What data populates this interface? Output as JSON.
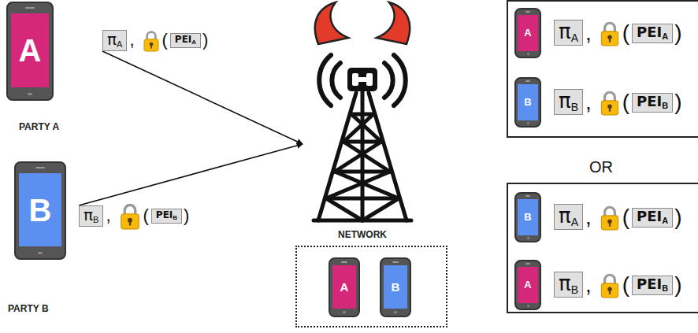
{
  "diagram": {
    "nodes": [
      {
        "text": [
          "A",
          "PARTY A"
        ]
      },
      {
        "text": [
          "π",
          "A"
        ]
      },
      {
        "text": [
          "PEI",
          "A"
        ]
      },
      {
        "text": [
          "B",
          "PARTY B"
        ]
      },
      {
        "text": [
          "π",
          "B"
        ]
      },
      {
        "text": [
          "PEI",
          "B"
        ]
      },
      {
        "text": [
          "NETWORK"
        ]
      },
      {
        "text": []
      },
      {
        "text": [
          "A"
        ],
        "in": 7
      },
      {
        "text": [
          "B"
        ],
        "in": 7
      },
      {
        "text": []
      },
      {
        "text": [
          "A"
        ],
        "in": 10
      },
      {
        "text": [
          "π",
          "A"
        ],
        "in": 10
      },
      {
        "text": [
          "PEI",
          "A"
        ],
        "in": 10
      },
      {
        "text": [
          "B"
        ],
        "in": 10
      },
      {
        "text": [
          "π",
          "B"
        ],
        "in": 10
      },
      {
        "text": [
          "PEI",
          "B"
        ],
        "in": 10
      },
      {
        "text": []
      },
      {
        "text": [
          "B"
        ],
        "in": 17
      },
      {
        "text": [
          "π",
          "A"
        ],
        "in": 17
      },
      {
        "text": [
          "PEI",
          "A"
        ],
        "in": 17
      },
      {
        "text": [
          "A"
        ],
        "in": 17
      },
      {
        "text": [
          "π",
          "B"
        ],
        "in": 17
      },
      {
        "text": [
          "PEI",
          "B"
        ],
        "in": 17
      }
    ],
    "edges": [
      {
        "from": 1,
        "to": 6,
        "arrow": "to"
      },
      {
        "from": 4,
        "to": 6,
        "arrow": "to"
      }
    ],
    "labels": [
      ",",
      "(",
      ")",
      ",",
      "(",
      ")",
      ",",
      "(",
      ")",
      ",",
      "(",
      ")",
      ",",
      "(",
      ")",
      ",",
      "(",
      ")",
      "OR"
    ]
  }
}
